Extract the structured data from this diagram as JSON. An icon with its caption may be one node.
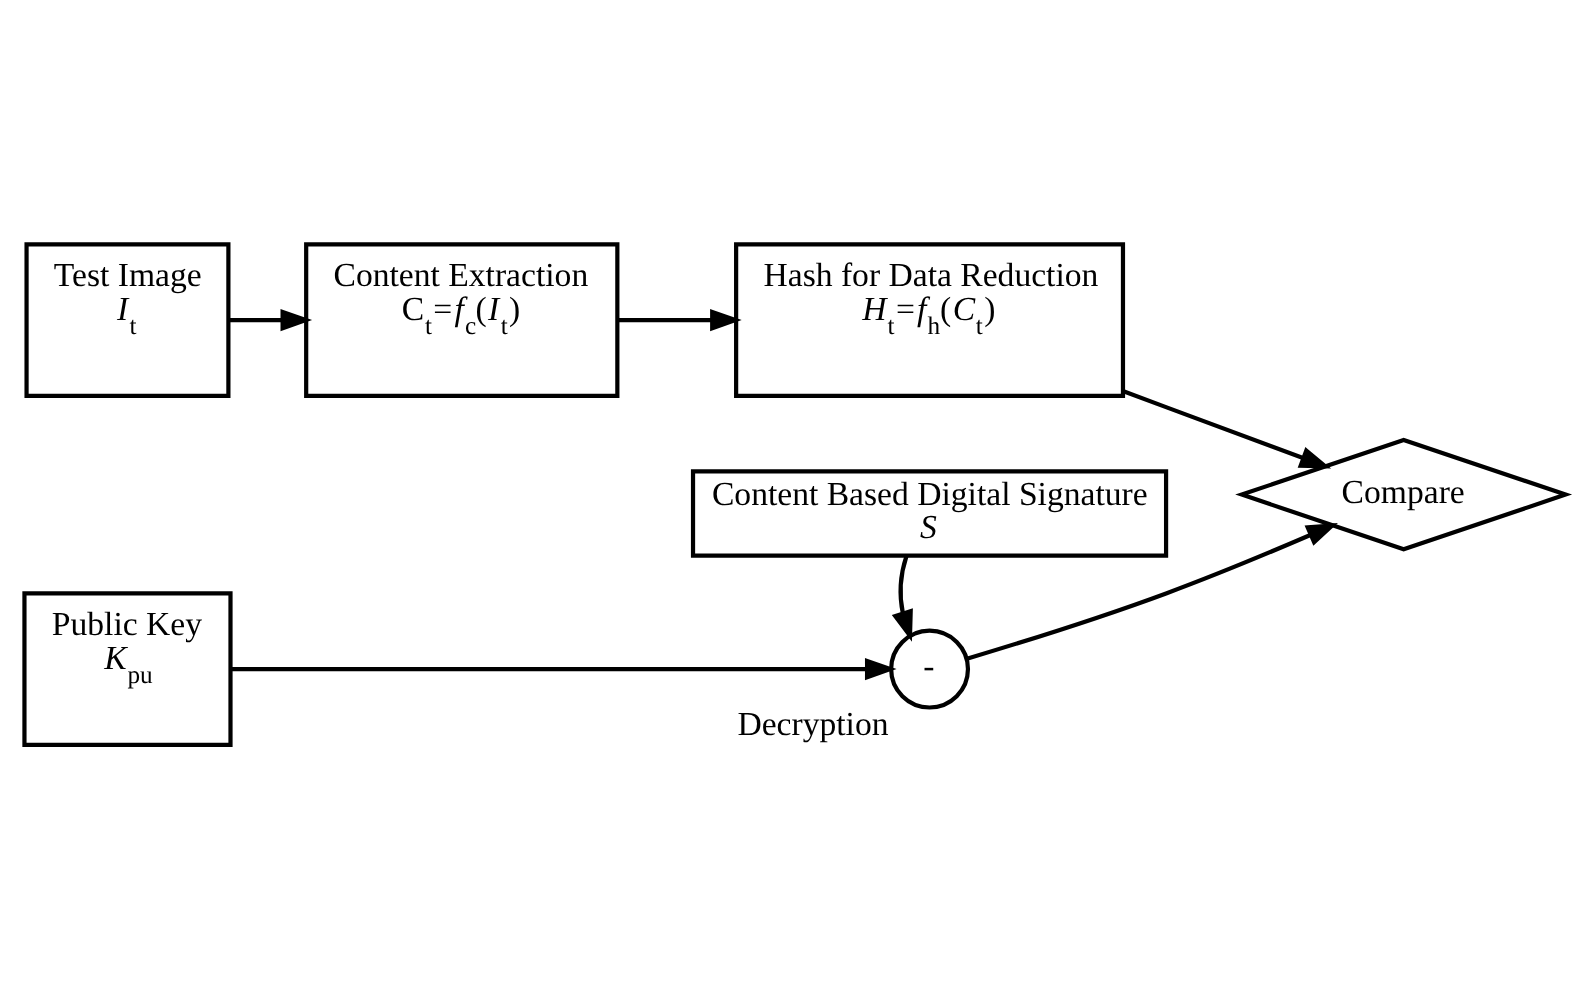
{
  "diagram": {
    "nodes": [
      {
        "text": [
          "Test Image",
          "*I*$_{t}$"
        ]
      },
      {
        "text": [
          "Content Extraction",
          "C$_{t}$=*f*$_{c}$(*I*$_{t}$)"
        ]
      },
      {
        "text": [
          "Hash for Data Reduction",
          "*H*$_{t}$=*f*$_{h}$(*C*$_{t}$)"
        ]
      },
      {
        "text": [
          "Compare"
        ]
      },
      {
        "text": [
          "Public Key",
          "*K*$_{pu}$"
        ]
      },
      {
        "text": [
          "-"
        ],
        "beside": [
          "Decryption"
        ]
      },
      {
        "text": [
          "Content Based Digital Signature",
          "*S*"
        ]
      }
    ],
    "edges": [
      {
        "from": 0,
        "to": 1,
        "arrow": "to"
      },
      {
        "from": 1,
        "to": 2,
        "arrow": "to"
      },
      {
        "from": 2,
        "to": 3,
        "arrow": "to"
      },
      {
        "from": 4,
        "to": 5,
        "arrow": "to"
      },
      {
        "from": 6,
        "to": 5,
        "arrow": "to"
      },
      {
        "from": 5,
        "to": 3,
        "arrow": "to"
      }
    ]
  }
}
